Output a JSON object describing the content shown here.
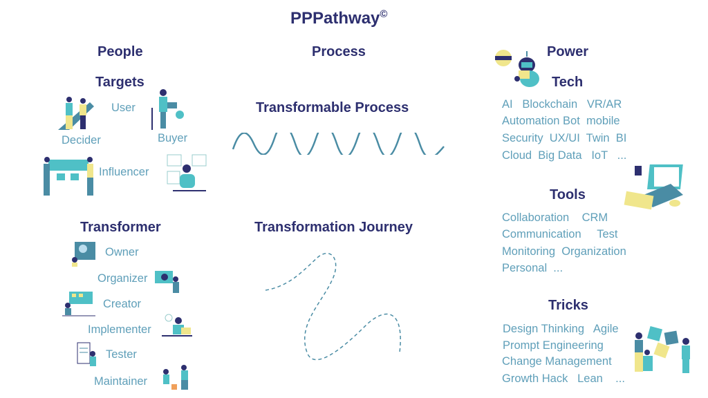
{
  "title": "PPPathway",
  "copyright": "©",
  "columns": {
    "people": {
      "heading": "People",
      "targets": {
        "heading": "Targets",
        "roles": [
          "User",
          "Decider",
          "Buyer",
          "Influencer"
        ]
      },
      "transformer": {
        "heading": "Transformer",
        "roles": [
          "Owner",
          "Organizer",
          "Creator",
          "Implementer",
          "Tester",
          "Maintainer"
        ]
      }
    },
    "process": {
      "heading": "Process",
      "transformable": "Transformable Process",
      "journey": "Transformation Journey"
    },
    "power": {
      "heading": "Power",
      "tech": {
        "heading": "Tech",
        "lines": [
          "AI   Blockchain   VR/AR",
          "Automation Bot  mobile",
          "Security  UX/UI  Twin  BI",
          "Cloud  Big Data   IoT   ..."
        ]
      },
      "tools": {
        "heading": "Tools",
        "lines": [
          "Collaboration    CRM",
          "Communication     Test",
          "Monitoring  Organization",
          "Personal  ..."
        ]
      },
      "tricks": {
        "heading": "Tricks",
        "lines": [
          "Design Thinking   Agile",
          "Prompt Engineering",
          "Change Management",
          "Growth Hack   Lean    ..."
        ]
      }
    }
  },
  "colors": {
    "heading": "#2d2f6f",
    "text": "#5f9fb9",
    "wave": "#4a8ca4",
    "accent_teal": "#4fc0c6",
    "accent_yellow": "#f0e68c"
  }
}
